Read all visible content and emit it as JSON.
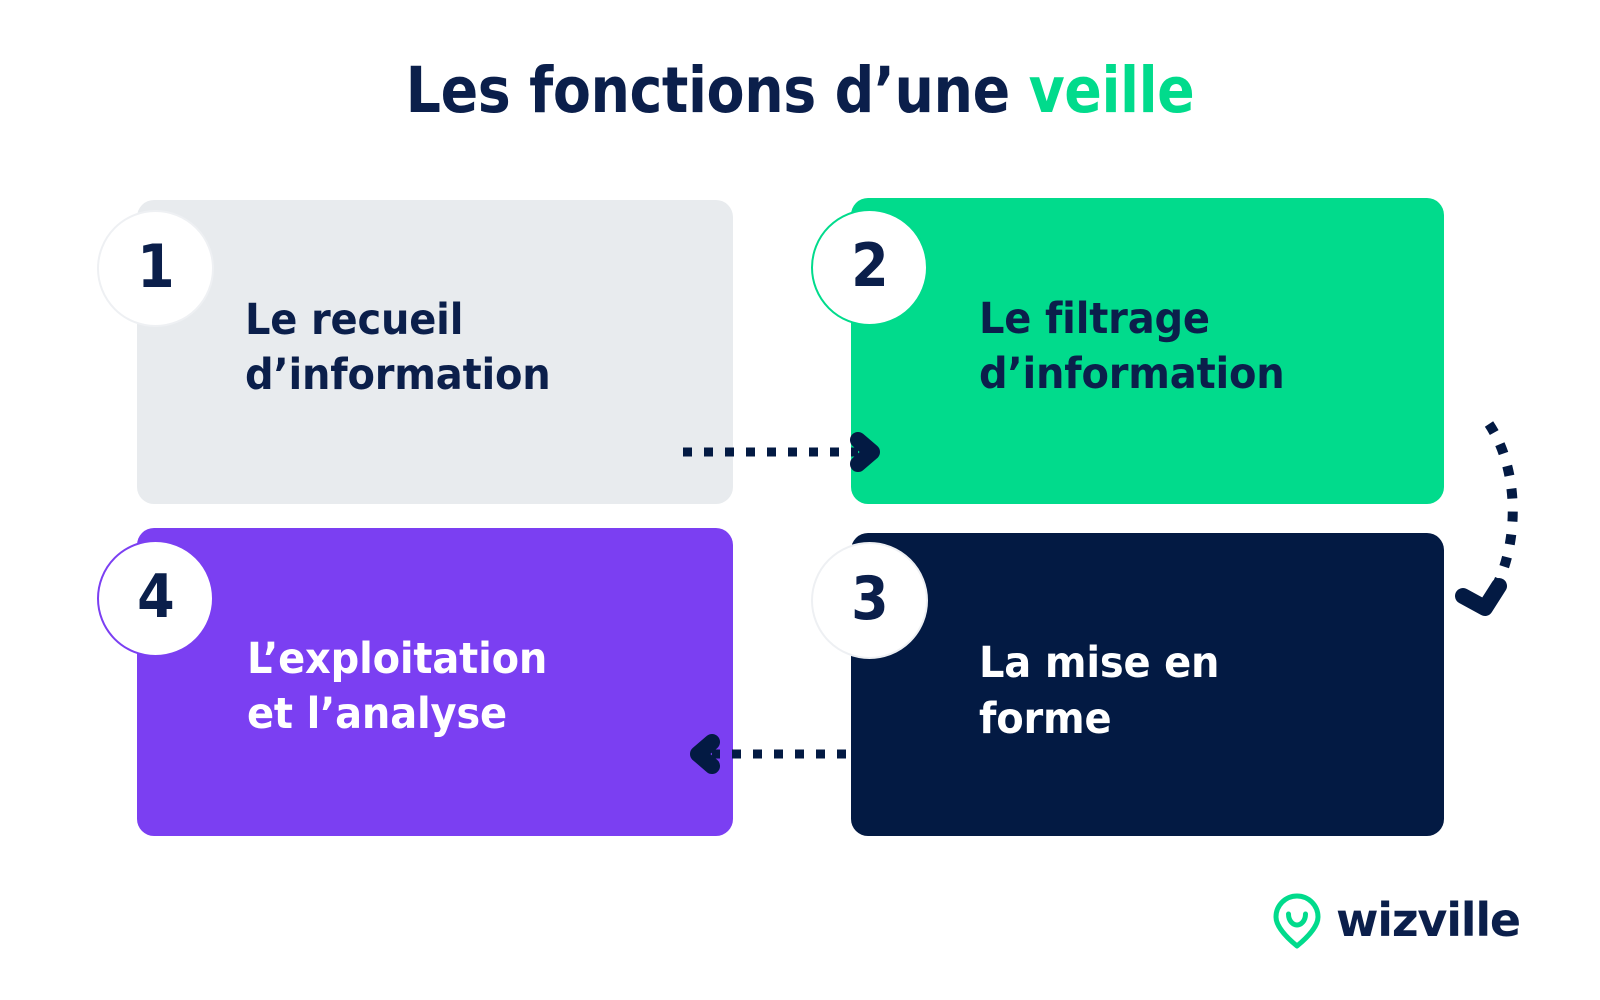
{
  "title": {
    "main": "Les fonctions d’une ",
    "accent": "veille"
  },
  "colors": {
    "navy": "#031A43",
    "green": "#01DB8C",
    "purple": "#7B3FF2",
    "gray": "#E8EBEE",
    "white": "#FFFFFF",
    "title_navy": "#0B1F4B"
  },
  "cards": [
    {
      "number": "1",
      "label": "Le recueil\nd’information",
      "background": "#E8EBEE",
      "text_color": "#0B1F4B",
      "badge_ring": "#EEF0F3"
    },
    {
      "number": "2",
      "label": "Le filtrage\nd’information",
      "background": "#01DB8C",
      "text_color": "#0B1F4B",
      "badge_ring": "#01DB8C"
    },
    {
      "number": "3",
      "label": "La mise en\nforme",
      "background": "#031A43",
      "text_color": "#FFFFFF",
      "badge_ring": "#EEF0F3"
    },
    {
      "number": "4",
      "label": "L’exploitation\net l’analyse",
      "background": "#7B3FF2",
      "text_color": "#FFFFFF",
      "badge_ring": "#7B3FF2"
    }
  ],
  "connectors": [
    {
      "name": "card1-to-card2",
      "style": "dotted",
      "direction": "right"
    },
    {
      "name": "card2-to-card3",
      "style": "dotted",
      "direction": "curve-down-left"
    },
    {
      "name": "card3-to-card4",
      "style": "dotted",
      "direction": "left"
    }
  ],
  "logo": {
    "wordmark": "wizville",
    "mark": "map-pin-smile",
    "mark_color": "#01DB8C",
    "wordmark_color": "#0B1F4B"
  }
}
